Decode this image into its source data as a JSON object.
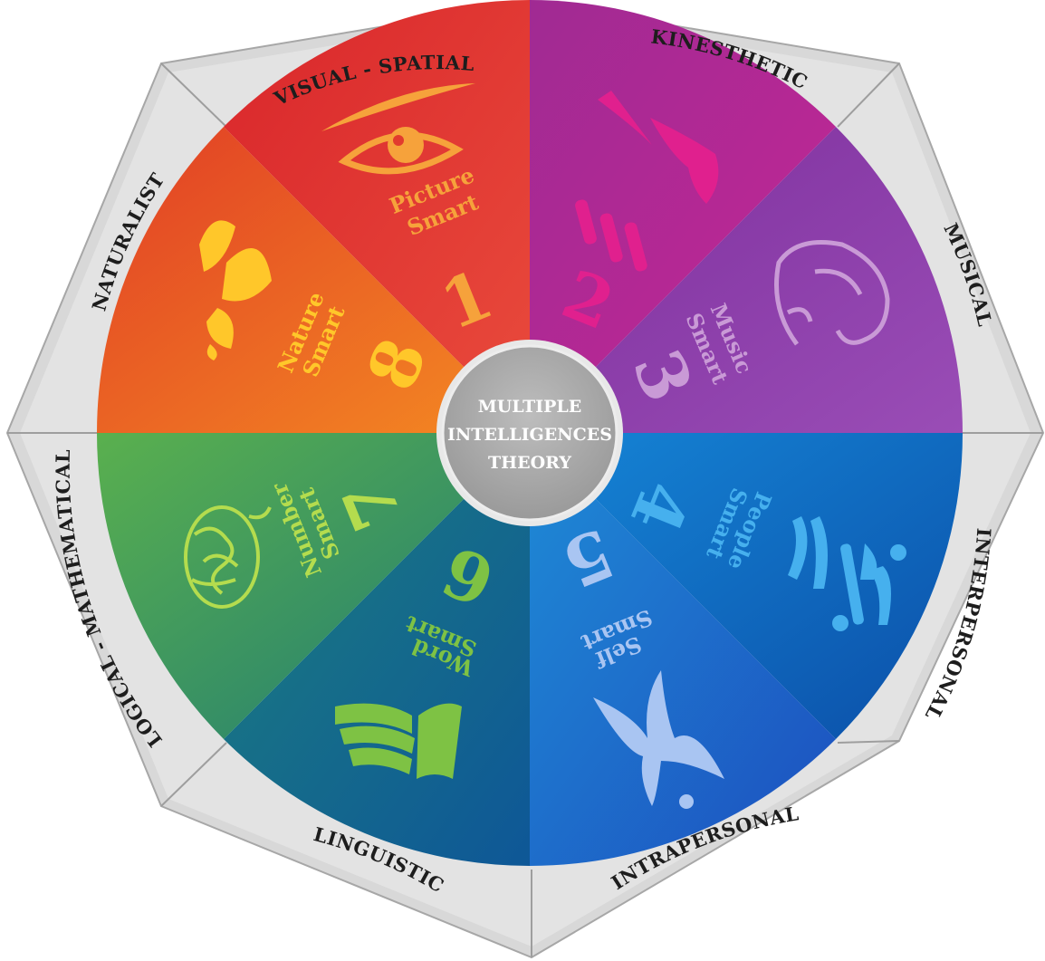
{
  "center": {
    "lines": [
      "MULTIPLE",
      "INTELLIGENCES",
      "THEORY"
    ]
  },
  "outer_labels": [
    {
      "id": "visual",
      "text": "VISUAL - SPATIAL"
    },
    {
      "id": "kinesthetic",
      "text": "KINESTHETIC"
    },
    {
      "id": "musical",
      "text": "MUSICAL"
    },
    {
      "id": "interpersonal",
      "text": "INTERPERSONAL"
    },
    {
      "id": "intrapersonal",
      "text": "INTRAPERSONAL"
    },
    {
      "id": "linguistic",
      "text": "LINGUISTIC"
    },
    {
      "id": "logical",
      "text": "LOGICAL - MATHEMATICAL"
    },
    {
      "id": "naturalist",
      "text": "NATURALIST"
    }
  ],
  "segments": [
    {
      "number": "1",
      "line1": "Picture",
      "line2": "Smart",
      "color": "#e23a2e",
      "text_color": "#f6a23b",
      "icon": "eye-icon"
    },
    {
      "number": "2",
      "line1": "",
      "line2": "",
      "color": "#b42a92",
      "text_color": "#e0208e",
      "icon": "hand-icon"
    },
    {
      "number": "3",
      "line1": "Music",
      "line2": "Smart",
      "color": "#8b3aa6",
      "text_color": "#c99ad6",
      "icon": "ear-icon"
    },
    {
      "number": "4",
      "line1": "People",
      "line2": "Smart",
      "color": "#1673c7",
      "text_color": "#46b0ee",
      "icon": "people-icon"
    },
    {
      "number": "5",
      "line1": "Self",
      "line2": "Smart",
      "color": "#1a63c9",
      "text_color": "#a9c5f2",
      "icon": "person-icon"
    },
    {
      "number": "6",
      "line1": "Word",
      "line2": "Smart",
      "color": "#136d8a",
      "text_color": "#7ec244",
      "icon": "book-icon"
    },
    {
      "number": "7",
      "line1": "Number",
      "line2": "Smart",
      "color": "#3f9a5a",
      "text_color": "#b4dc4e",
      "icon": "brain-icon"
    },
    {
      "number": "8",
      "line1": "Nature",
      "line2": "Smart",
      "color": "#ee6a22",
      "text_color": "#ffc72a",
      "icon": "leaf-icon"
    }
  ],
  "colors": {
    "ring": "#d9d9d9",
    "ring_line": "#9c9c9c",
    "center_fill": "#a7a7a7",
    "center_stroke": "#e6e6e6"
  }
}
